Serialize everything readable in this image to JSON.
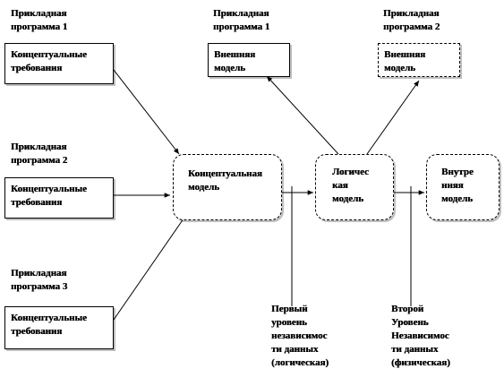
{
  "app_labels": {
    "app1": "Прикладная\nпрограмма 1",
    "app2": "Прикладная\nпрограмма 2",
    "app3": "Прикладная\nпрограмма 3",
    "ext_app1": "Прикладная\nпрограмма 1",
    "ext_app2": "Прикладная\nпрограмма 2"
  },
  "boxes": {
    "req1": "Концептуальные\nтребования",
    "req2": "Концептуальные\nтребования",
    "req3": "Концептуальные\nтребования",
    "ext1": "Внешняя\nмодель",
    "ext2": "Внешняя\nмодель",
    "conceptual": "Концептуальная\nмодель",
    "logical": "Логичес\nкая\nмодель",
    "internal": "Внутре\nнняя\nмодель"
  },
  "notes": {
    "first_level": "Первый\nуровень\nнезависимос\nти данных\n(логическая)",
    "second_level": "Второй\nУровень\nНезависимос\nти данных\n(физическая)"
  }
}
